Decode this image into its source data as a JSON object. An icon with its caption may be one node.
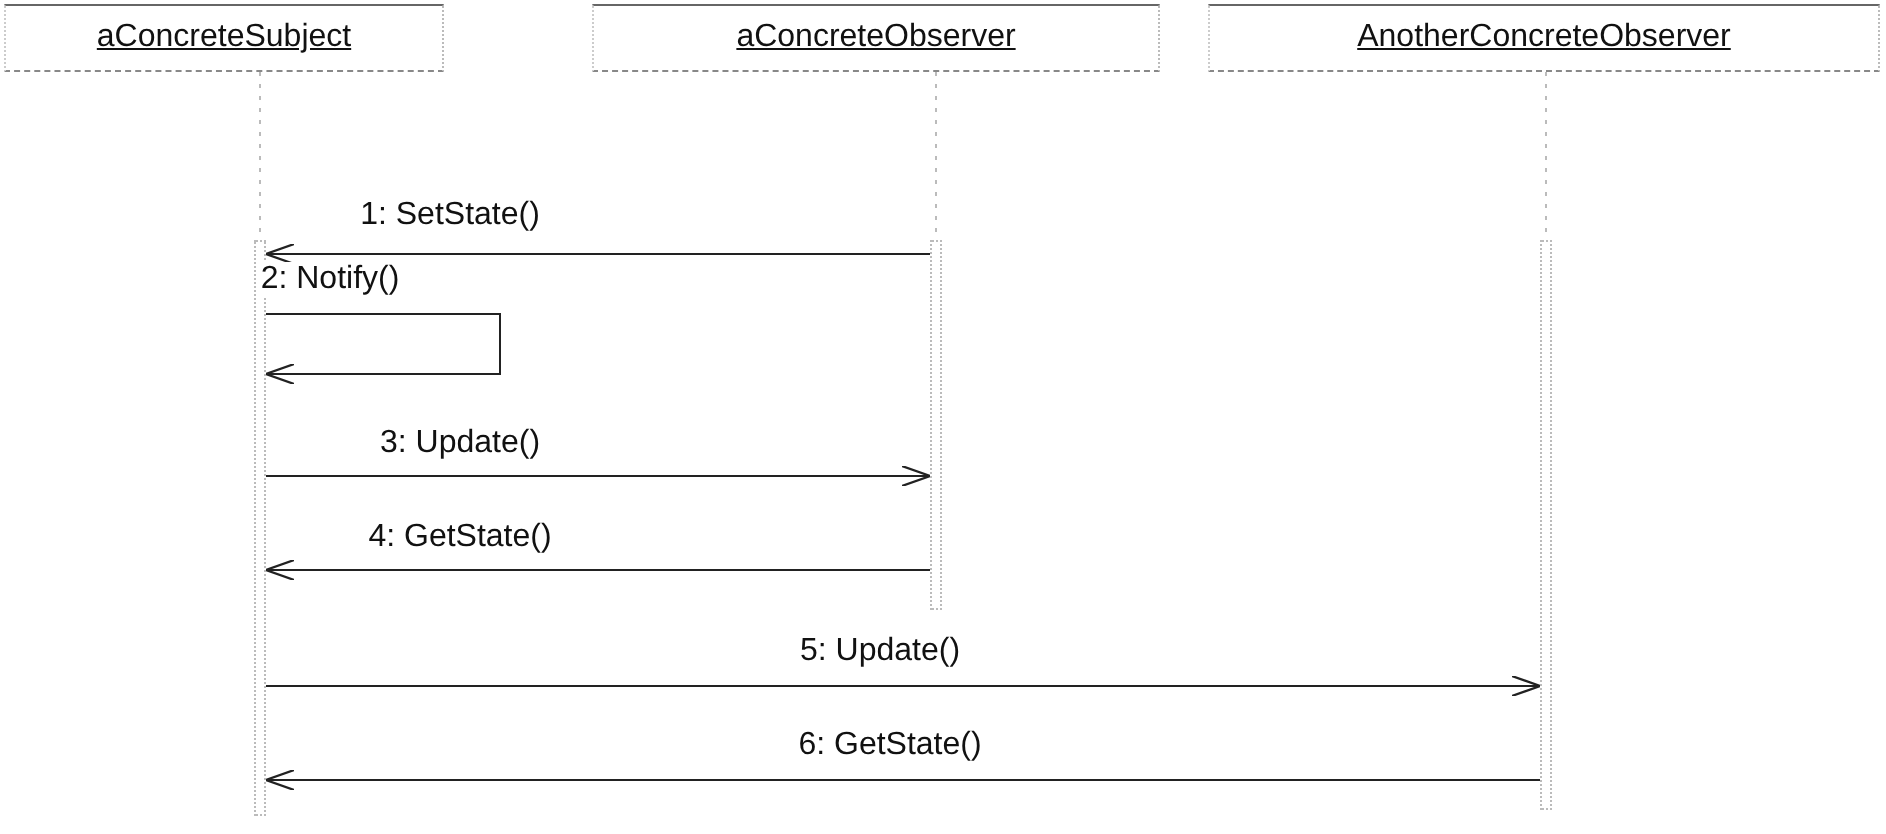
{
  "diagram": {
    "nodes": [
      {
        "text": [
          "aConcreteSubject"
        ]
      },
      {
        "text": [
          "aConcreteObserver"
        ]
      },
      {
        "text": [
          "AnotherConcreteObserver"
        ]
      },
      {
        "text": [],
        "shape": "bar"
      },
      {
        "text": [],
        "shape": "bar"
      },
      {
        "text": [],
        "shape": "bar"
      }
    ],
    "edges": [
      {
        "from": 4,
        "to": 3,
        "arrow": "to",
        "label": "1: SetState()"
      },
      {
        "from": 3,
        "to": 3,
        "arrow": "to",
        "label": "2: Notify()"
      },
      {
        "from": 3,
        "to": 4,
        "arrow": "to",
        "label": "3: Update()"
      },
      {
        "from": 4,
        "to": 3,
        "arrow": "to",
        "label": "4: GetState()"
      },
      {
        "from": 3,
        "to": 5,
        "arrow": "to",
        "label": "5: Update()"
      },
      {
        "from": 5,
        "to": 3,
        "arrow": "to",
        "label": "6: GetState()"
      },
      {
        "from": 0,
        "to": 3,
        "arrow": "none",
        "style": "dashed",
        "color": "#bbbbbb"
      },
      {
        "from": 1,
        "to": 4,
        "arrow": "none",
        "style": "dashed",
        "color": "#bbbbbb"
      },
      {
        "from": 2,
        "to": 5,
        "arrow": "none",
        "style": "dashed",
        "color": "#bbbbbb"
      }
    ]
  }
}
